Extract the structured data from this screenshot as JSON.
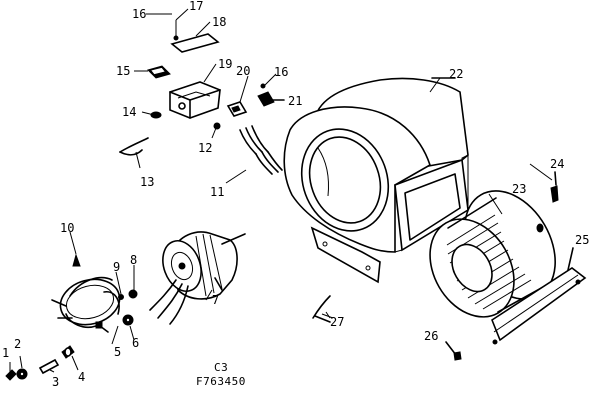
{
  "part_labels": {
    "p1": "1",
    "p2": "2",
    "p3": "3",
    "p4": "4",
    "p5": "5",
    "p6": "6",
    "p7": "7",
    "p8": "8",
    "p9": "9",
    "p10": "10",
    "p11": "11",
    "p12": "12",
    "p13": "13",
    "p14": "14",
    "p15": "15",
    "p16a": "16",
    "p16b": "16",
    "p17": "17",
    "p18": "18",
    "p19": "19",
    "p20": "20",
    "p21": "21",
    "p22": "22",
    "p23": "23",
    "p24": "24",
    "p25": "25",
    "p26": "26",
    "p27": "27"
  },
  "caption": {
    "line1": "C3",
    "line2": "F763450"
  }
}
